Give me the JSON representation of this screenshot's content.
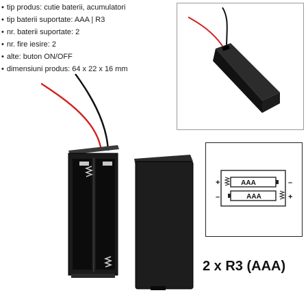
{
  "specs": [
    "tip produs: cutie baterii, acumulatori",
    "tip baterii suportate: AAA | R3",
    "nr. baterii suportate: 2",
    "nr. fire iesire: 2",
    "alte: buton ON/OFF",
    "dimensiuni produs: 64 x 22 x 16 mm"
  ],
  "diagram": {
    "cell_top_label": "AAA",
    "cell_bottom_label": "AAA",
    "plus_sign": "+",
    "minus_sign": "–"
  },
  "caption": "2 x R3 (AAA)",
  "colors": {
    "wire_red": "#d42020",
    "wire_black": "#111111",
    "case_black": "#1b1b1b"
  }
}
